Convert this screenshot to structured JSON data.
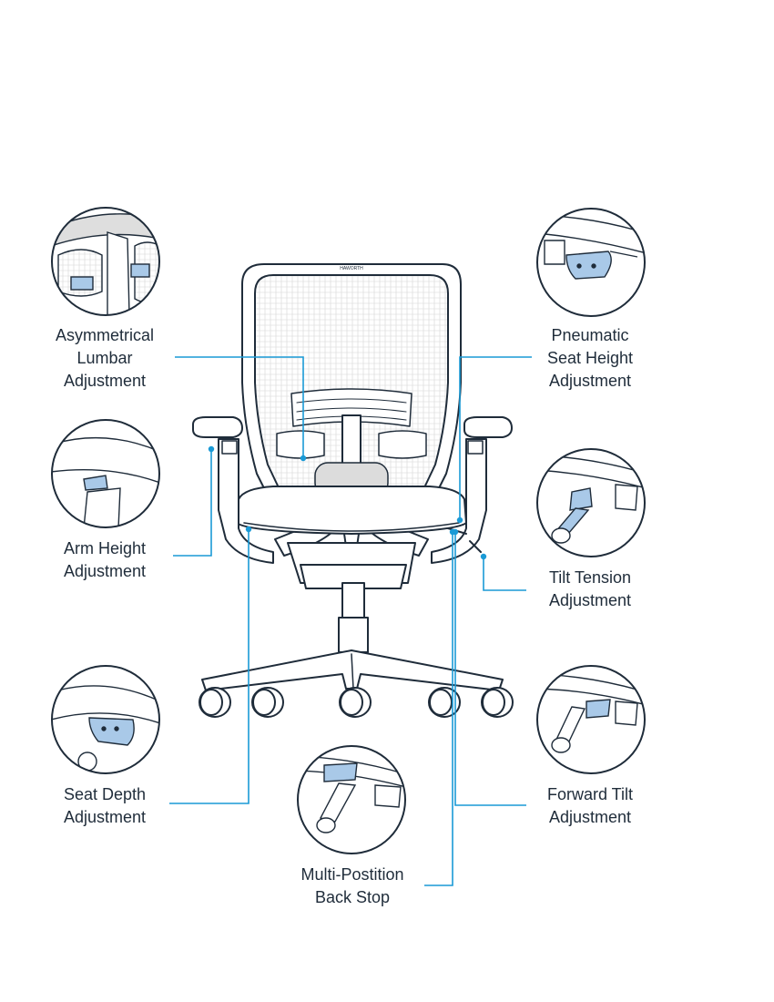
{
  "brand": "HAWORTH",
  "colors": {
    "callout_line": "#1a9ad6",
    "outline": "#1f2c3a",
    "mesh_fill": "#ececec",
    "lever_highlight": "#a9c9e8"
  },
  "features": [
    {
      "id": "asymmetrical-lumbar",
      "lines": [
        "Asymmetrical",
        "Lumbar",
        "Adjustment"
      ]
    },
    {
      "id": "pneumatic-seat-height",
      "lines": [
        "Pneumatic",
        "Seat Height",
        "Adjustment"
      ]
    },
    {
      "id": "arm-height",
      "lines": [
        "Arm Height",
        "Adjustment"
      ]
    },
    {
      "id": "tilt-tension",
      "lines": [
        "Tilt Tension",
        "Adjustment"
      ]
    },
    {
      "id": "seat-depth",
      "lines": [
        "Seat Depth",
        "Adjustment"
      ]
    },
    {
      "id": "forward-tilt",
      "lines": [
        "Forward Tilt",
        "Adjustment"
      ]
    },
    {
      "id": "multi-position-back-stop",
      "lines": [
        "Multi-Postition",
        "Back Stop"
      ]
    }
  ]
}
